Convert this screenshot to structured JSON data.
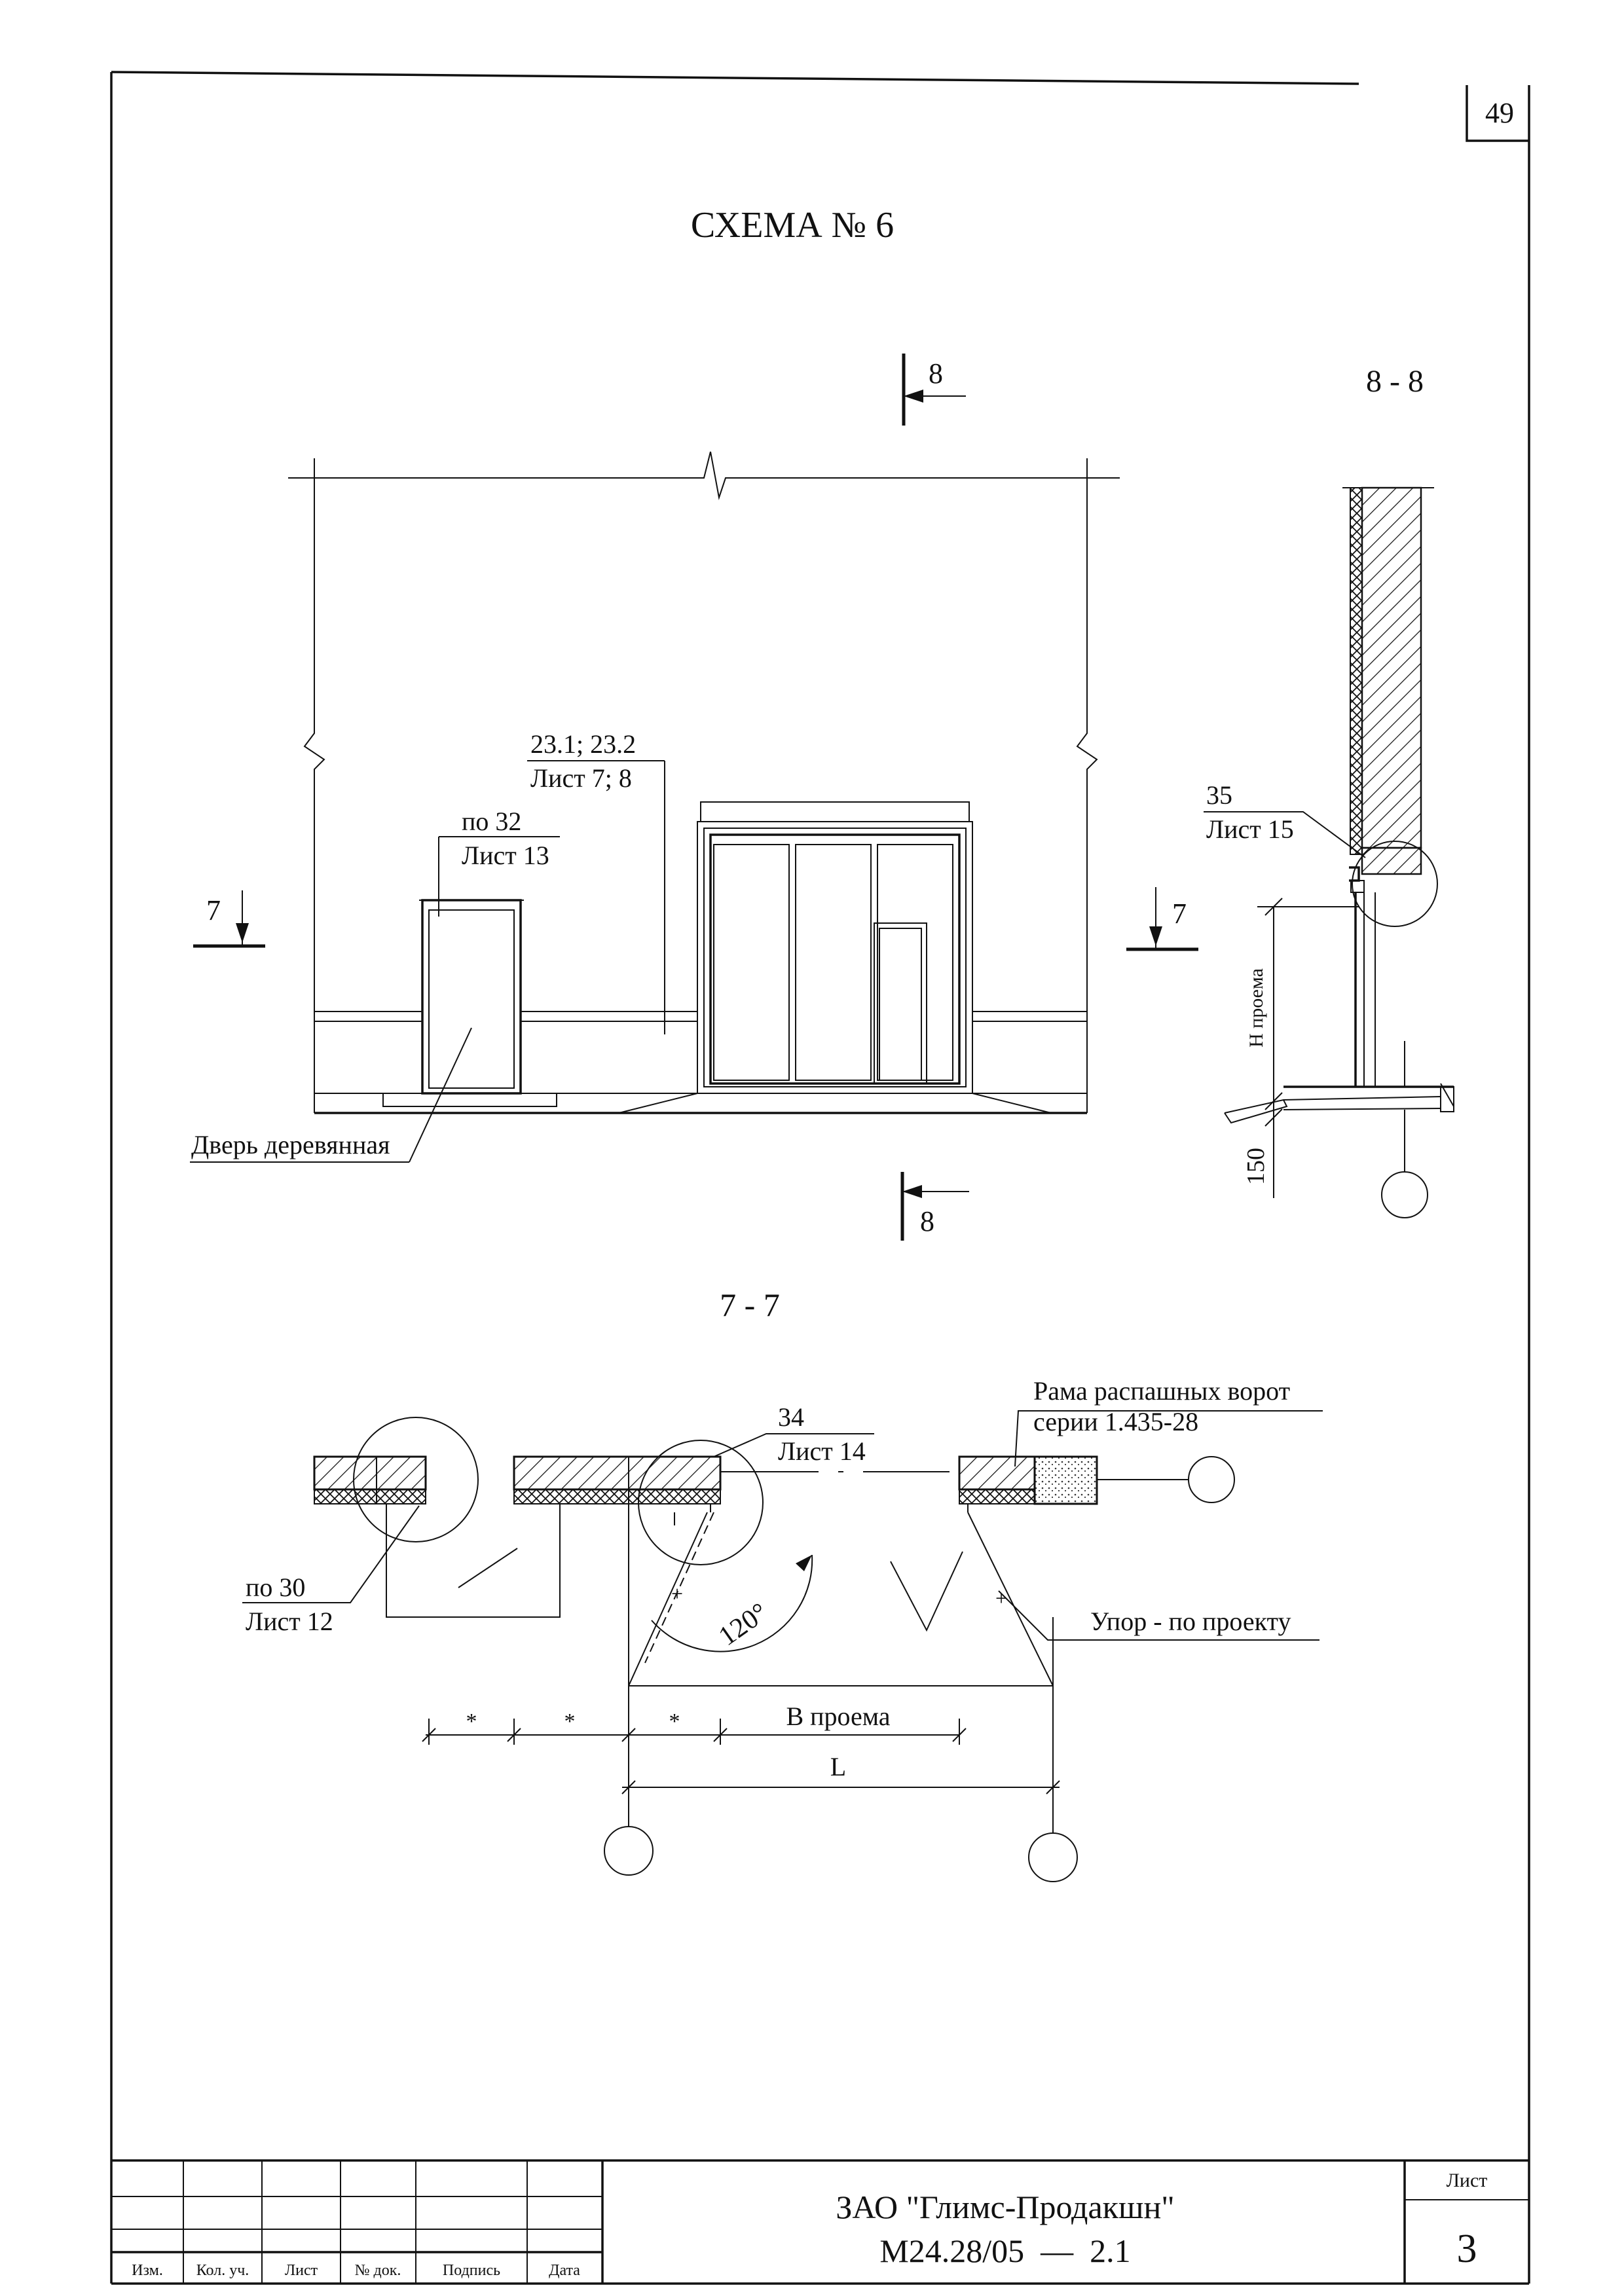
{
  "sheet_number_top": "49",
  "scheme_title": "СХЕМА № 6",
  "section_marks": {
    "mark_8": "8",
    "mark_7": "7",
    "section_8_title": "8 - 8",
    "section_7_title": "7 - 7"
  },
  "elevation": {
    "callout_a_top": "23.1; 23.2",
    "callout_a_bottom": "Лист 7; 8",
    "callout_b_top": "по 32",
    "callout_b_bottom": "Лист 13",
    "door_label": "Дверь деревянная"
  },
  "section_8_8": {
    "callout_top": "35",
    "callout_bottom": "Лист 15",
    "height_label": "Н проема",
    "dim_150": "150"
  },
  "plan_7_7": {
    "frame_label_1": "Рама распашных ворот",
    "frame_label_2": "серии 1.435-28",
    "callout_34_top": "34",
    "callout_34_bottom": "Лист 14",
    "callout_30_top": "по 30",
    "callout_30_bottom": "Лист 12",
    "angle": "120°",
    "stop_label": "Упор - по проекту",
    "dim_star": "*",
    "dim_opening": "В проема",
    "dim_L": "L"
  },
  "title_block": {
    "headers": [
      "Изм.",
      "Кол. уч.",
      "Лист",
      "№ док.",
      "Подпись",
      "Дата"
    ],
    "company": "ЗАО \"Глимс-Продакшн\"",
    "code": "М24.28/05  —  2.1",
    "sheet_label": "Лист",
    "sheet_value": "3"
  }
}
